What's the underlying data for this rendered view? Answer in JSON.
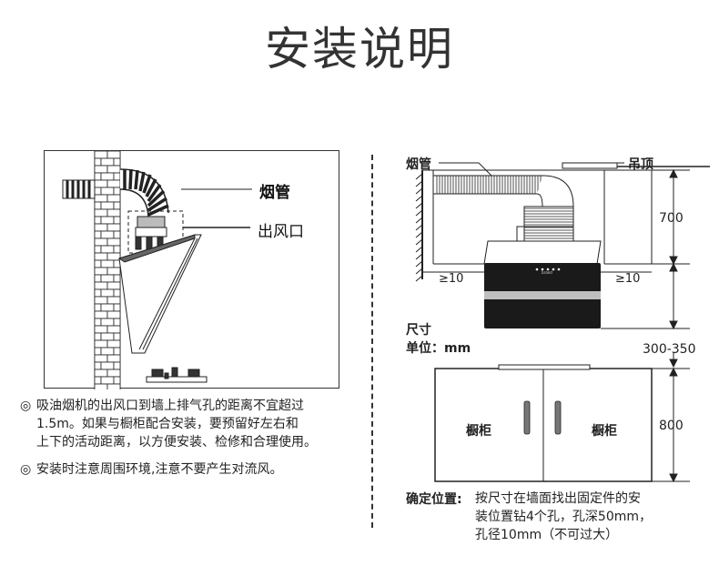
{
  "title": "安装说明",
  "left_diagram": {
    "label_pipe": "烟管",
    "label_outlet": "出风口"
  },
  "notes": [
    {
      "mark": "◎",
      "lines": [
        "吸油烟机的出风口到墙上排气孔的距离不宜超过",
        "1.5m。如果与橱柜配合安装，要预留好左右和",
        "上下的活动距离，以方便安装、检修和合理使用。"
      ]
    },
    {
      "mark": "◎",
      "lines": [
        "安装时注意周围环境,注意不要产生对流风。"
      ]
    }
  ],
  "right_diagram": {
    "label_pipe": "烟管",
    "label_ceiling": "吊顶",
    "dim_700": "700",
    "dim_300_350": "300-350",
    "dim_800": "800",
    "gap_left": "≥10",
    "gap_right": "≥10",
    "unit_line1": "尺寸",
    "unit_line2": "单位：mm",
    "cabinet_left": "橱柜",
    "cabinet_right": "橱柜",
    "brand": "brand"
  },
  "position": {
    "label": "确定位置:",
    "lines": [
      "按尺寸在墙面找出固定件的安",
      "装位置钻4个孔，孔深50mm，",
      "孔径10mm（不可过大）"
    ]
  }
}
